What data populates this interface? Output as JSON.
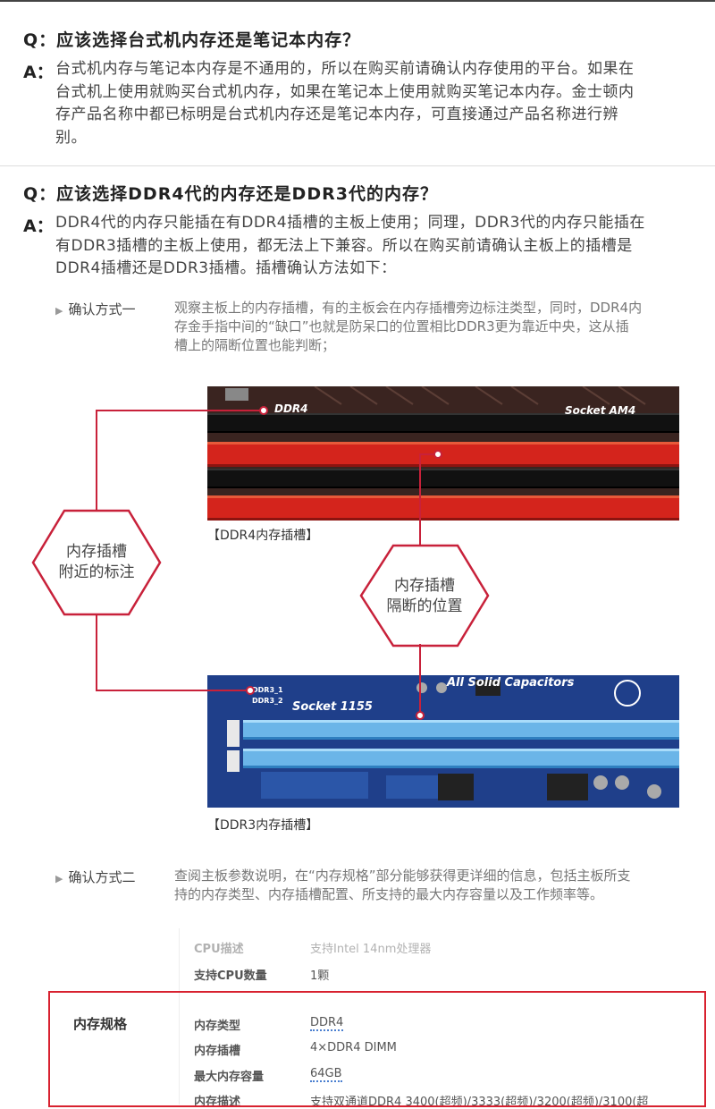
{
  "qa1": {
    "question": "Q：应该选择台式机内存还是笔记本内存？",
    "answer_label": "A：",
    "answer_lines": [
      "台式机内存与笔记本内存是不通用的，所以在购买前请确认内存使用的平台。如果在",
      "台式机上使用就购买台式机内存，如果在笔记本上使用就购买笔记本内存。金士顿内",
      "存产品名称中都已标明是台式机内存还是笔记本内存，可直接通过产品名称进行辨",
      "别。"
    ]
  },
  "qa2": {
    "question": "Q：应该选择DDR4代的内存还是DDR3代的内存？",
    "answer_label": "A：",
    "answer_lines": [
      "DDR4代的内存只能插在有DDR4插槽的主板上使用；同理，DDR3代的内存只能插在",
      "有DDR3插槽的主板上使用，都无法上下兼容。所以在购买前请确认主板上的插槽是",
      "DDR4插槽还是DDR3插槽。插槽确认方法如下："
    ]
  },
  "method1": {
    "label": "确认方式一",
    "lines": [
      "观察主板上的内存插槽，有的主板会在内存插槽旁边标注类型，同时，DDR4内",
      "存金手指中间的“缺口”也就是防呆口的位置相比DDR3更为靠近中央，这从插",
      "槽上的隔断位置也能判断；"
    ]
  },
  "diagram": {
    "ddr4_board_text": "DDR4",
    "ddr4_socket_text": "Socket AM4",
    "ddr4_caption": "【DDR4内存插槽】",
    "ddr3_label_1": "DDR3_1",
    "ddr3_label_2": "DDR3_2",
    "ddr3_socket_text": "Socket 1155",
    "ddr3_capacitors_text": "All Solid Capacitors",
    "ddr3_caption": "【DDR3内存插槽】",
    "hex_left": [
      "内存插槽",
      "附近的标注"
    ],
    "hex_right": [
      "内存插槽",
      "隔断的位置"
    ],
    "accent_color": "#c8213a"
  },
  "method2": {
    "label": "确认方式二",
    "lines": [
      "查阅主板参数说明，在“内存规格”部分能够获得更详细的信息，包括主板所支",
      "持的内存类型、内存插槽配置、所支持的最大内存容量以及工作频率等。"
    ]
  },
  "spec_table": {
    "rows_top": [
      {
        "key": "CPU描述",
        "value": "支持Intel 14nm处理器"
      },
      {
        "key": "支持CPU数量",
        "value": "1颗"
      }
    ],
    "section_title": "内存规格",
    "rows_memory": [
      {
        "key": "内存类型",
        "value": "DDR4"
      },
      {
        "key": "内存插槽",
        "value": "4×DDR4 DIMM"
      },
      {
        "key": "最大内存容量",
        "value": "64GB"
      },
      {
        "key": "内存描述",
        "value": "支持双通道DDR4 3400(超频)/3333(超频)/3200(超频)/3100(超"
      }
    ]
  }
}
